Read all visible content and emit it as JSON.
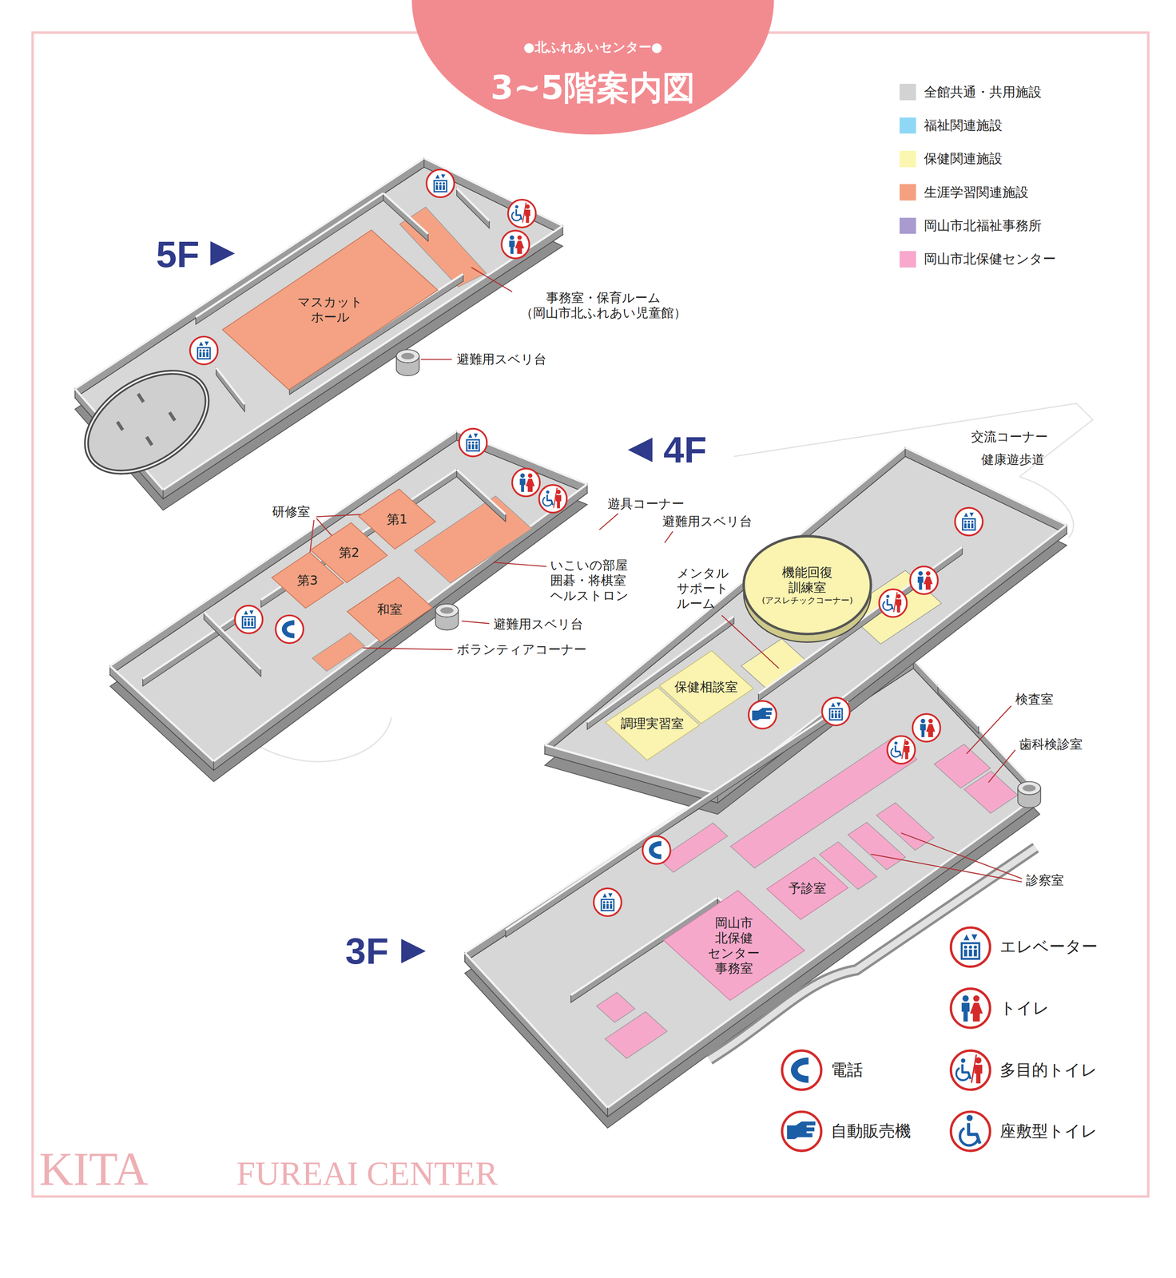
{
  "diagram": {
    "title": "3~5階案内図",
    "nodes": [
      {
        "text": [
          "マスカット ホール"
        ]
      },
      {
        "text": [
          "第1"
        ]
      },
      {
        "text": [
          "第2"
        ]
      },
      {
        "text": [
          "第3"
        ]
      },
      {
        "text": [
          "和室"
        ]
      },
      {
        "text": [
          "機能回復 訓練室",
          "(アスレチックコーナー)"
        ]
      },
      {
        "text": [
          "保健相談室"
        ]
      },
      {
        "text": [
          "調理実習室"
        ]
      },
      {
        "text": [
          "予診室"
        ]
      },
      {
        "text": [
          "岡山市 北保健 センター 事務室"
        ]
      }
    ],
    "labels": [
      "●北ふれあいセンター●",
      "5F",
      "事務室・保育ルーム （岡山市北ふれあい児童館）",
      "避難用スベリ台",
      "4F",
      "研修室",
      "遊具コーナー",
      "避難用スベリ台",
      "いこいの部屋 囲碁・将棋室 ヘルストロン",
      "避難用スベリ台",
      "ボランティアコーナー",
      "交流コーナー",
      "健康遊歩道",
      "メンタル サポート ルーム",
      "検査室",
      "歯科検診室",
      "診察室",
      "3F",
      "KITA",
      "FUREAI CENTER"
    ],
    "legend": [
      {
        "text": "全館共通・共用施設",
        "color": "#d3d3d3"
      },
      {
        "text": "福祉関連施設",
        "color": "#8fd8f5"
      },
      {
        "text": "保健関連施設",
        "color": "#fbf6b0"
      },
      {
        "text": "生涯学習関連施設",
        "color": "#f5a080"
      },
      {
        "text": "岡山市北福祉事務所",
        "color": "#a99bcf"
      },
      {
        "text": "岡山市北保健センター",
        "color": "#f7a8cc"
      },
      {
        "text": "エレベーター"
      },
      {
        "text": "トイレ"
      },
      {
        "text": "電話"
      },
      {
        "text": "多目的トイレ"
      },
      {
        "text": "自動販売機"
      },
      {
        "text": "座敷型トイレ"
      }
    ]
  }
}
